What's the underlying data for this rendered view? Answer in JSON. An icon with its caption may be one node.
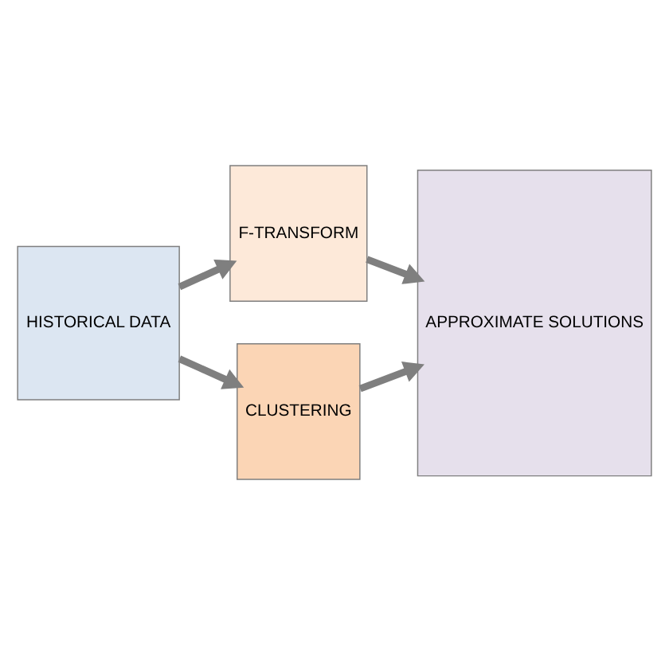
{
  "diagram": {
    "nodes": [
      {
        "text": [
          "HISTORICAL DATA"
        ]
      },
      {
        "text": [
          "F-TRANSFORM"
        ]
      },
      {
        "text": [
          "CLUSTERING"
        ]
      },
      {
        "text": [
          "APPROXIMATE SOLUTIONS"
        ]
      }
    ],
    "edges": [
      {
        "from": 0,
        "to": 1,
        "arrow": "to"
      },
      {
        "from": 0,
        "to": 2,
        "arrow": "to"
      },
      {
        "from": 1,
        "to": 3,
        "arrow": "to"
      },
      {
        "from": 2,
        "to": 3,
        "arrow": "to"
      }
    ]
  }
}
